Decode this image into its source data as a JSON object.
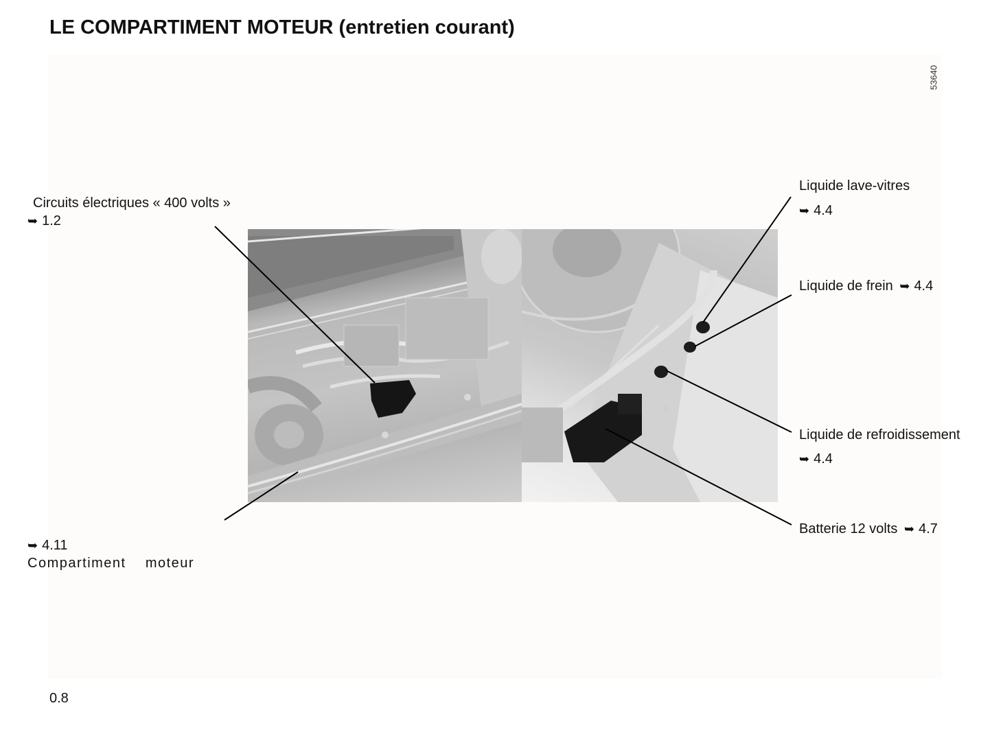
{
  "page": {
    "title": "LE COMPARTIMENT MOTEUR (entretien courant)",
    "figure_ref": "53640",
    "page_number": "0.8"
  },
  "icons": {
    "see_reference": "➥"
  },
  "labels": {
    "circuits": {
      "text": "Circuits électriques « 400 volts »",
      "ref": "1.2"
    },
    "compartiment": {
      "text": "Compartiment    moteur",
      "ref": "4.11"
    },
    "lave_vitres": {
      "text": "Liquide lave-vitres",
      "ref": "4.4"
    },
    "frein": {
      "text": "Liquide de frein",
      "ref": "4.4"
    },
    "refroidissement": {
      "text": "Liquide de refroidissement",
      "ref": "4.4"
    },
    "batterie": {
      "text": "Batterie 12 volts",
      "ref": "4.7"
    }
  },
  "colors": {
    "text": "#111111",
    "figure_bg": "#fefcfa",
    "leader_line": "#000000"
  }
}
